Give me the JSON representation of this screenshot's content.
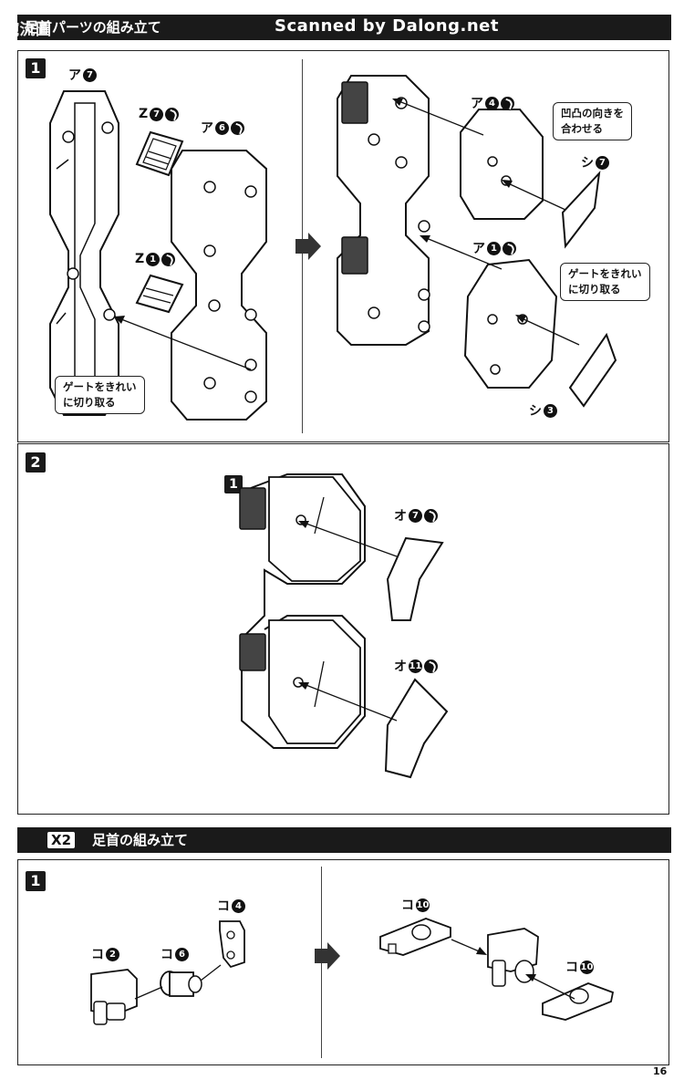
{
  "section1": {
    "title": "足首パーツの組み立て",
    "watermark_left": "腕流圖",
    "watermark_right": "Scanned by Dalong.net"
  },
  "step1": {
    "number": "1",
    "labels": {
      "a7": {
        "kana": "ア",
        "num": "7"
      },
      "z7": {
        "kana": "Z",
        "num": "7"
      },
      "a6": {
        "kana": "ア",
        "num": "6"
      },
      "z1": {
        "kana": "Z",
        "num": "1"
      },
      "a4": {
        "kana": "ア",
        "num": "4"
      },
      "shi7": {
        "kana": "シ",
        "num": "7"
      },
      "a1": {
        "kana": "ア",
        "num": "1"
      },
      "shi3": {
        "kana": "シ",
        "num": "3"
      }
    },
    "note_gate_left": [
      "ゲートをきれい",
      "に切り取る"
    ],
    "note_align": [
      "凹凸の向きを",
      "合わせる"
    ],
    "note_gate_right": [
      "ゲートをきれい",
      "に切り取る"
    ]
  },
  "step2": {
    "number": "2",
    "ref_number": "1",
    "labels": {
      "o7": {
        "kana": "オ",
        "num": "7"
      },
      "o11": {
        "kana": "オ",
        "num": "11"
      }
    }
  },
  "section2": {
    "multiplier": "X2",
    "title": "足首の組み立て"
  },
  "step3": {
    "number": "1",
    "labels": {
      "ko4": {
        "kana": "コ",
        "num": "4"
      },
      "ko2": {
        "kana": "コ",
        "num": "2"
      },
      "ko6": {
        "kana": "コ",
        "num": "6"
      },
      "ko10a": {
        "kana": "コ",
        "num": "10"
      },
      "ko10b": {
        "kana": "コ",
        "num": "10"
      }
    }
  },
  "page_number": "16"
}
